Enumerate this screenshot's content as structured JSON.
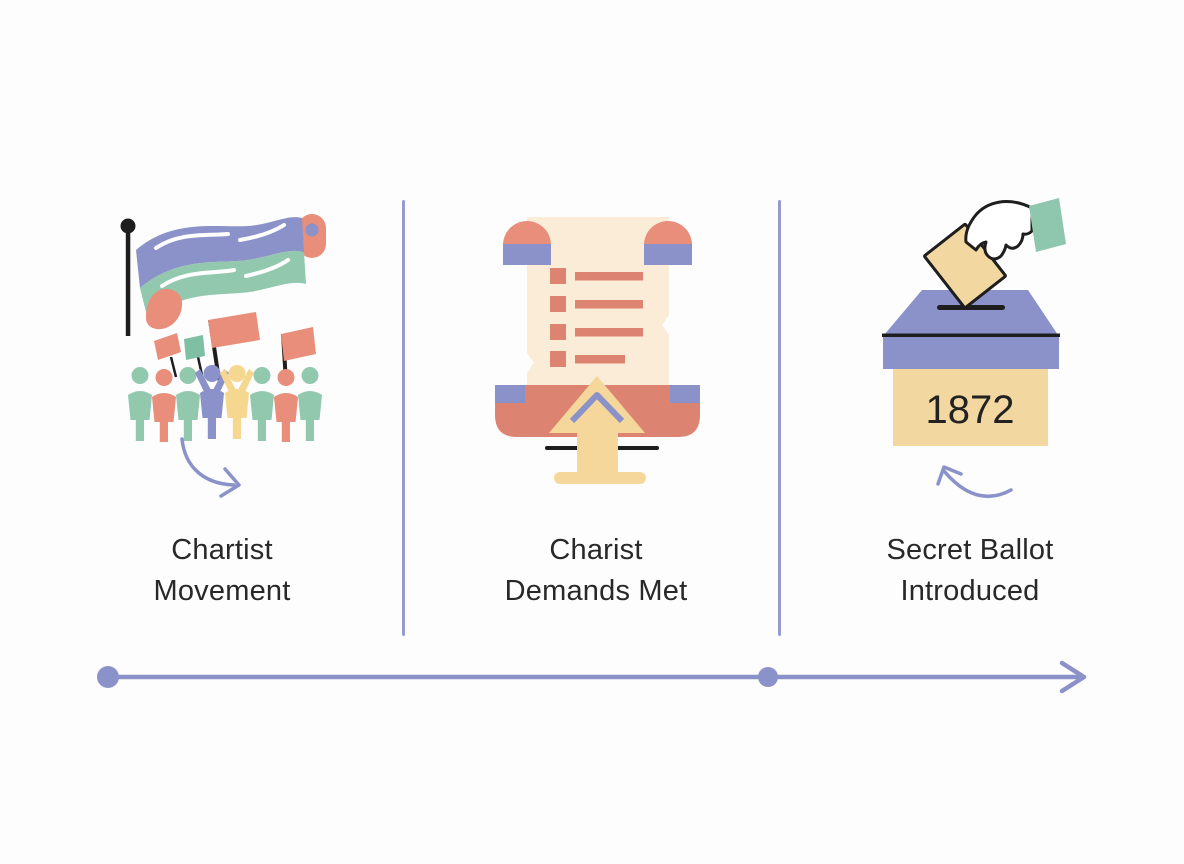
{
  "page": {
    "background_color": "#fdfdfd"
  },
  "colors": {
    "periwinkle": "#8b92c9",
    "sage": "#92c8ae",
    "teal_cuff": "#8fc6ae",
    "salmon": "#e88e7a",
    "salmon_deep": "#dd8372",
    "cream": "#faecd6",
    "tan": "#f4d7a0",
    "ink": "#1e1e1e",
    "text": "#282828",
    "page_bg": "#fdfdfd",
    "yellow_fig": "#f5d78f",
    "green_flag": "#7fc0a5",
    "ballot_tan": "#f2d7a0",
    "arrow_yellow": "#f5d79b"
  },
  "panels": [
    {
      "id": "chartist-movement",
      "icon": "protest-banner-and-crowd-icon",
      "label_lines": [
        "Chartist",
        "Movement"
      ],
      "arrow": "curved-arrow-down-right"
    },
    {
      "id": "charist-demands-met",
      "icon": "scroll-with-demands-checklist-icon",
      "label_lines": [
        "Charist",
        "Demands Met"
      ]
    },
    {
      "id": "secret-ballot-introduced",
      "icon": "hand-voting-ballot-box-icon",
      "ballot_box_year": "1872",
      "label_lines": [
        "Secret Ballot",
        "Introduced"
      ],
      "arrow": "curved-arrow-up-left"
    }
  ],
  "timeline": {
    "type": "horizontal-arrow",
    "dots": 2,
    "direction": "right"
  }
}
